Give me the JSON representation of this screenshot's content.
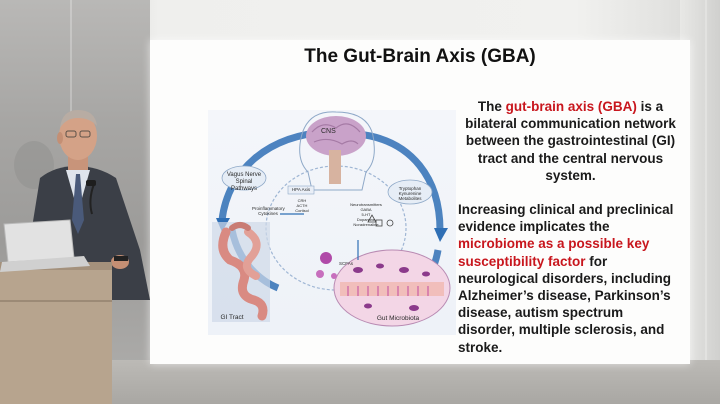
{
  "slide": {
    "title": "The Gut-Brain Axis (GBA)",
    "para1": {
      "prefix": "The ",
      "highlight": "gut-brain axis (GBA)",
      "suffix": " is a bilateral communication network between the gastrointestinal (GI) tract and the central nervous system."
    },
    "para2": {
      "prefix": "Increasing clinical and preclinical evidence implicates the ",
      "highlight": "microbiome as a possible key susceptibility factor",
      "suffix": " for neurological disorders, including Alzheimer’s disease, Parkinson’s disease, autism spectrum disorder, multiple sclerosis, and stroke."
    },
    "accent_color": "#c8161d"
  },
  "diagram": {
    "cns_label": "CNS",
    "vagus_label": "Vagus Nerve Spinal Pathways",
    "hpa_label": "HPA Axis",
    "hpa_items": [
      "CRH",
      "ACTH",
      "Cortisol"
    ],
    "cytokines_label": "Proinflammatory Cytokines",
    "neuro_label": "Neurotransmitters",
    "neuro_items": [
      "GABA",
      "5-HT",
      "Dopamine",
      "Noradrenaline"
    ],
    "tryptophan_label": "Tryptophan Kynurenine Metabolites",
    "scfa_label": "SCFAs",
    "gi_label": "GI Tract",
    "microbiota_label": "Gut Microbiota"
  }
}
